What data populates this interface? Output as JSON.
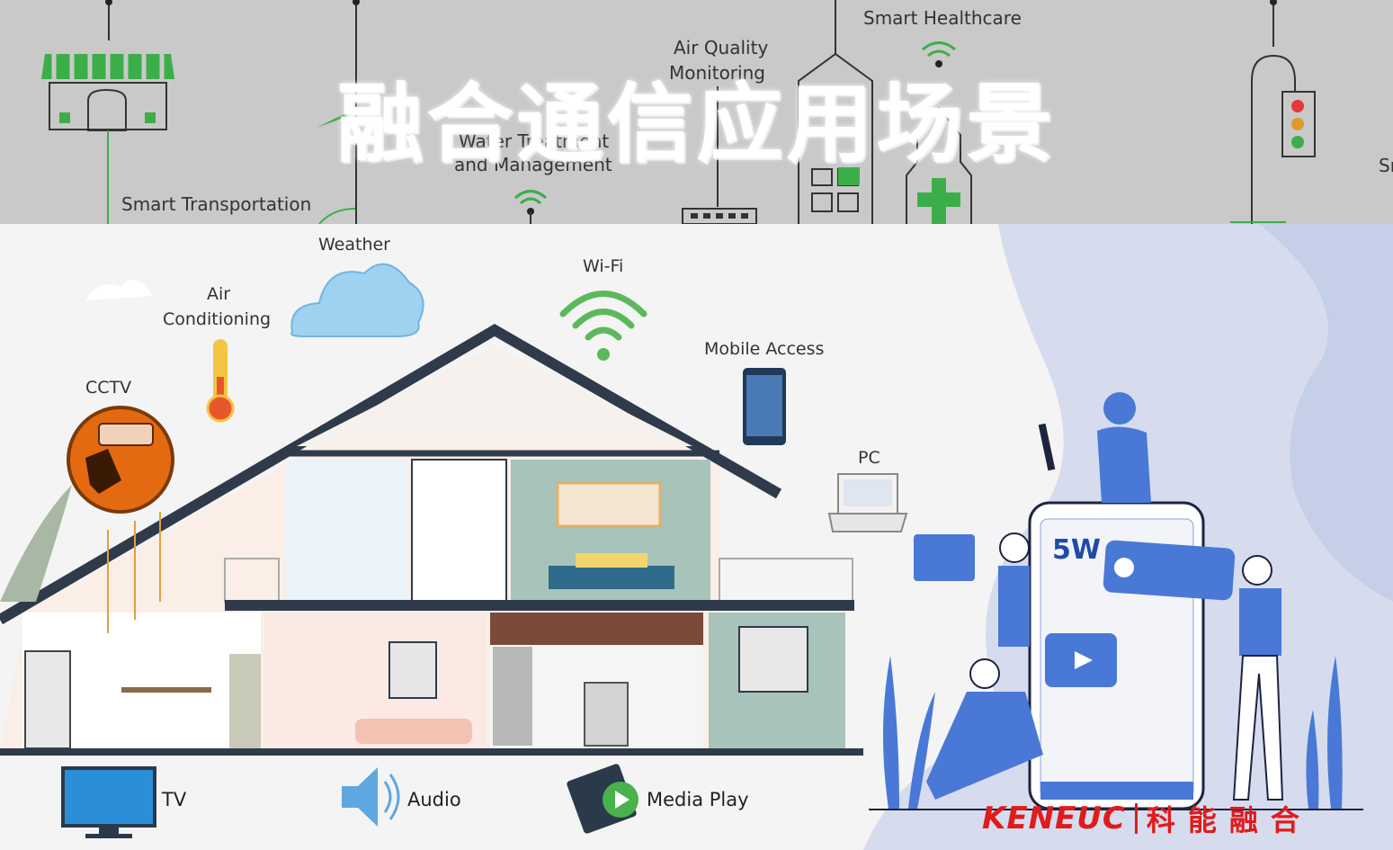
{
  "title": "融合通信应用场景",
  "top_scenes": {
    "smart_transportation": "Smart Transportation",
    "water_treatment_line1": "Water Treatment",
    "water_treatment_line2": "and Management",
    "air_quality_line1": "Air Quality",
    "air_quality_line2": "Monitoring",
    "smart_healthcare": "Smart Healthcare",
    "cut_label": "Sr"
  },
  "home_labels": {
    "weather": "Weather",
    "air_conditioning_line1": "Air",
    "air_conditioning_line2": "Conditioning",
    "wifi": "Wi-Fi",
    "cctv": "CCTV",
    "mobile_access": "Mobile Access",
    "pc": "PC"
  },
  "media_labels": {
    "tv": "TV",
    "audio": "Audio",
    "media_play": "Media Play"
  },
  "phone_card": {
    "logo_text": "5W"
  },
  "brand": {
    "en": "KENEUC",
    "cn": "科能融合"
  },
  "colors": {
    "accent_green": "#3cae49",
    "brand_red": "#e01b1b",
    "people_blue": "#4a78d6",
    "band_gray": "#c9c9c9"
  }
}
